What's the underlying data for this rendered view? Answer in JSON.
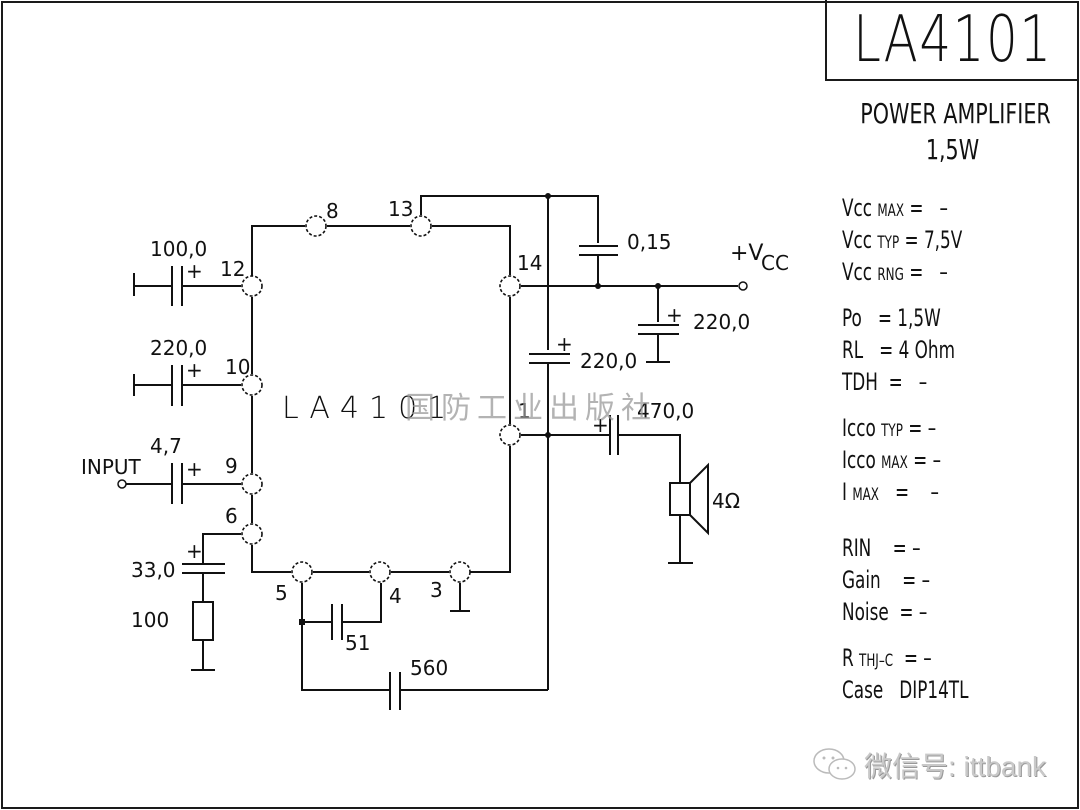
{
  "title": "LA4101",
  "subtitle": {
    "line1": "POWER AMPLIFIER",
    "line2": "1,5W"
  },
  "specs": [
    {
      "name": "Vcc",
      "sub": "MAX",
      "value": "=   –"
    },
    {
      "name": "Vcc",
      "sub": "TYP",
      "value": "= 7,5V"
    },
    {
      "name": "Vcc",
      "sub": "RNG",
      "value": "=   –"
    },
    {
      "name": "Po",
      "sub": "",
      "value": " = 1,5W"
    },
    {
      "name": "RL",
      "sub": "",
      "value": " = 4 Ohm"
    },
    {
      "name": "TDH",
      "sub": "",
      "value": "=   –"
    },
    {
      "name": "Icco",
      "sub": "TYP",
      "value": "= –"
    },
    {
      "name": "Icco",
      "sub": "MAX",
      "value": "= –"
    },
    {
      "name": "I",
      "sub": "MAX",
      "value": "  =    –"
    },
    {
      "name": "RIN",
      "sub": "",
      "value": "  = –"
    },
    {
      "name": "Gain",
      "sub": "",
      "value": "  = –"
    },
    {
      "name": "Noise",
      "sub": "",
      "value": "= –"
    },
    {
      "name": "R",
      "sub": "THJ–C",
      "value": " = –"
    },
    {
      "name": "Case",
      "sub": "",
      "value": " DIP14TL"
    }
  ],
  "schematic": {
    "chip_label": "LA4101",
    "pins": {
      "p8": "8",
      "p13": "13",
      "p12": "12",
      "p14": "14",
      "p10": "10",
      "p1": "1",
      "p9": "9",
      "p6": "6",
      "p5": "5",
      "p4": "4",
      "p3": "3"
    },
    "components": {
      "c12": "100,0",
      "c10": "220,0",
      "c9": "4,7",
      "c6": "33,0",
      "r6": "100",
      "c51": "51",
      "c560": "560",
      "c015": "0,15",
      "c_vcc": "220,0",
      "c_boot": "220,0",
      "c_out": "470,0",
      "speaker": "4Ω"
    },
    "input_label": "INPUT",
    "vcc_label": "+V",
    "vcc_sub": "CC",
    "plus": "+"
  },
  "watermark": {
    "publisher": "国防工业出版社",
    "wechat": "微信号: ittbank"
  }
}
